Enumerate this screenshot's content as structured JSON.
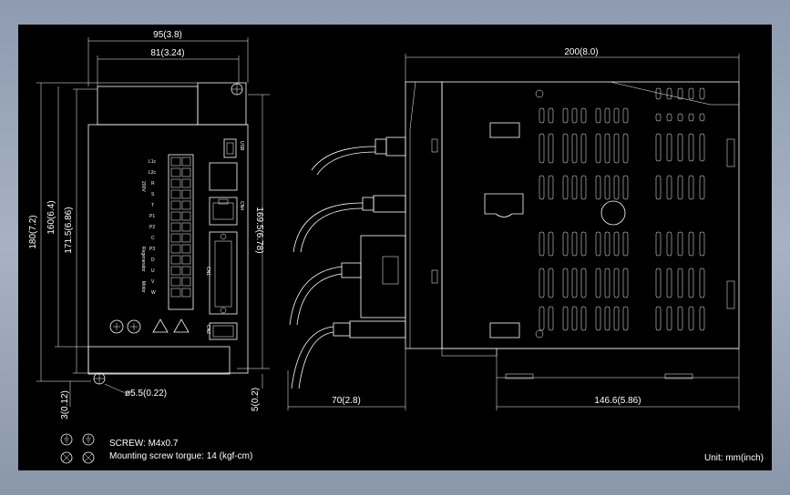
{
  "dimensions": {
    "front_width_outer": "95(3.8)",
    "front_width_inner": "81(3.24)",
    "front_height_total": "180(7.2)",
    "front_height_160": "160(6.4)",
    "front_height_171": "171.5(6.86)",
    "front_height_169": "169.5(6.78)",
    "front_bottom_left": "3(0.12)",
    "front_bottom_right": "5(0.2)",
    "hole_diameter": "ø5.5(0.22)",
    "side_width_total": "200(8.0)",
    "side_cable_depth": "70(2.8)",
    "side_body_depth": "146.6(5.86)"
  },
  "notes": {
    "screw": "SCREW: M4x0.7",
    "torque": "Mounting screw torgue: 14 (kgf-cm)",
    "unit": "Unit: mm(inch)"
  },
  "terminal_labels": [
    "L1c",
    "L2c",
    "R",
    "S",
    "T",
    "P1",
    "P2",
    "C",
    "P3",
    "D",
    "U",
    "V",
    "W"
  ],
  "port_labels": {
    "usb": "USB",
    "network": "CN4",
    "io": "CN1",
    "encoder": "CN2"
  },
  "group_labels": {
    "power": "200V",
    "regen": "Regenerator",
    "motor": "Motor"
  }
}
